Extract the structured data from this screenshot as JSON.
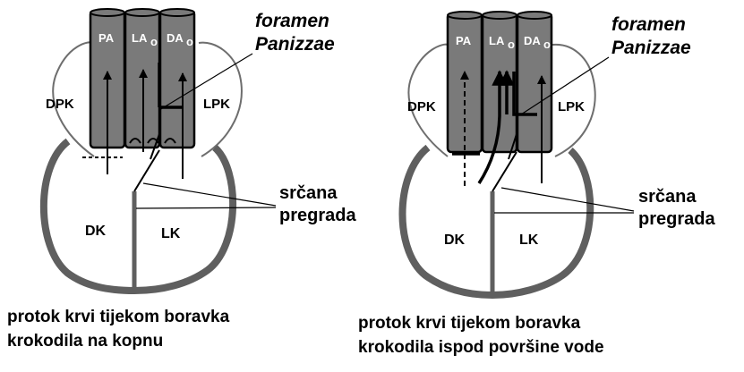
{
  "panels": [
    {
      "vessels": {
        "pa": "PA",
        "lao": "LA",
        "dao": "DA",
        "subscript": "o"
      },
      "atria": {
        "right": "DPK",
        "left": "LPK"
      },
      "ventricles": {
        "right": "DK",
        "left": "LK"
      },
      "foramen": {
        "line1": "foramen",
        "line2": "Panizzae"
      },
      "septum": {
        "line1": "srčana",
        "line2": "pregrada"
      },
      "caption": {
        "line1": "protok krvi tijekom boravka",
        "line2": "krokodila na kopnu"
      }
    },
    {
      "vessels": {
        "pa": "PA",
        "lao": "LA",
        "dao": "DA",
        "subscript": "o"
      },
      "atria": {
        "right": "DPK",
        "left": "LPK"
      },
      "ventricles": {
        "right": "DK",
        "left": "LK"
      },
      "foramen": {
        "line1": "foramen",
        "line2": "Panizzae"
      },
      "septum": {
        "line1": "srčana",
        "line2": "pregrada"
      },
      "caption": {
        "line1": "protok krvi tijekom boravka",
        "line2": "krokodila ispod površine vode"
      }
    }
  ]
}
